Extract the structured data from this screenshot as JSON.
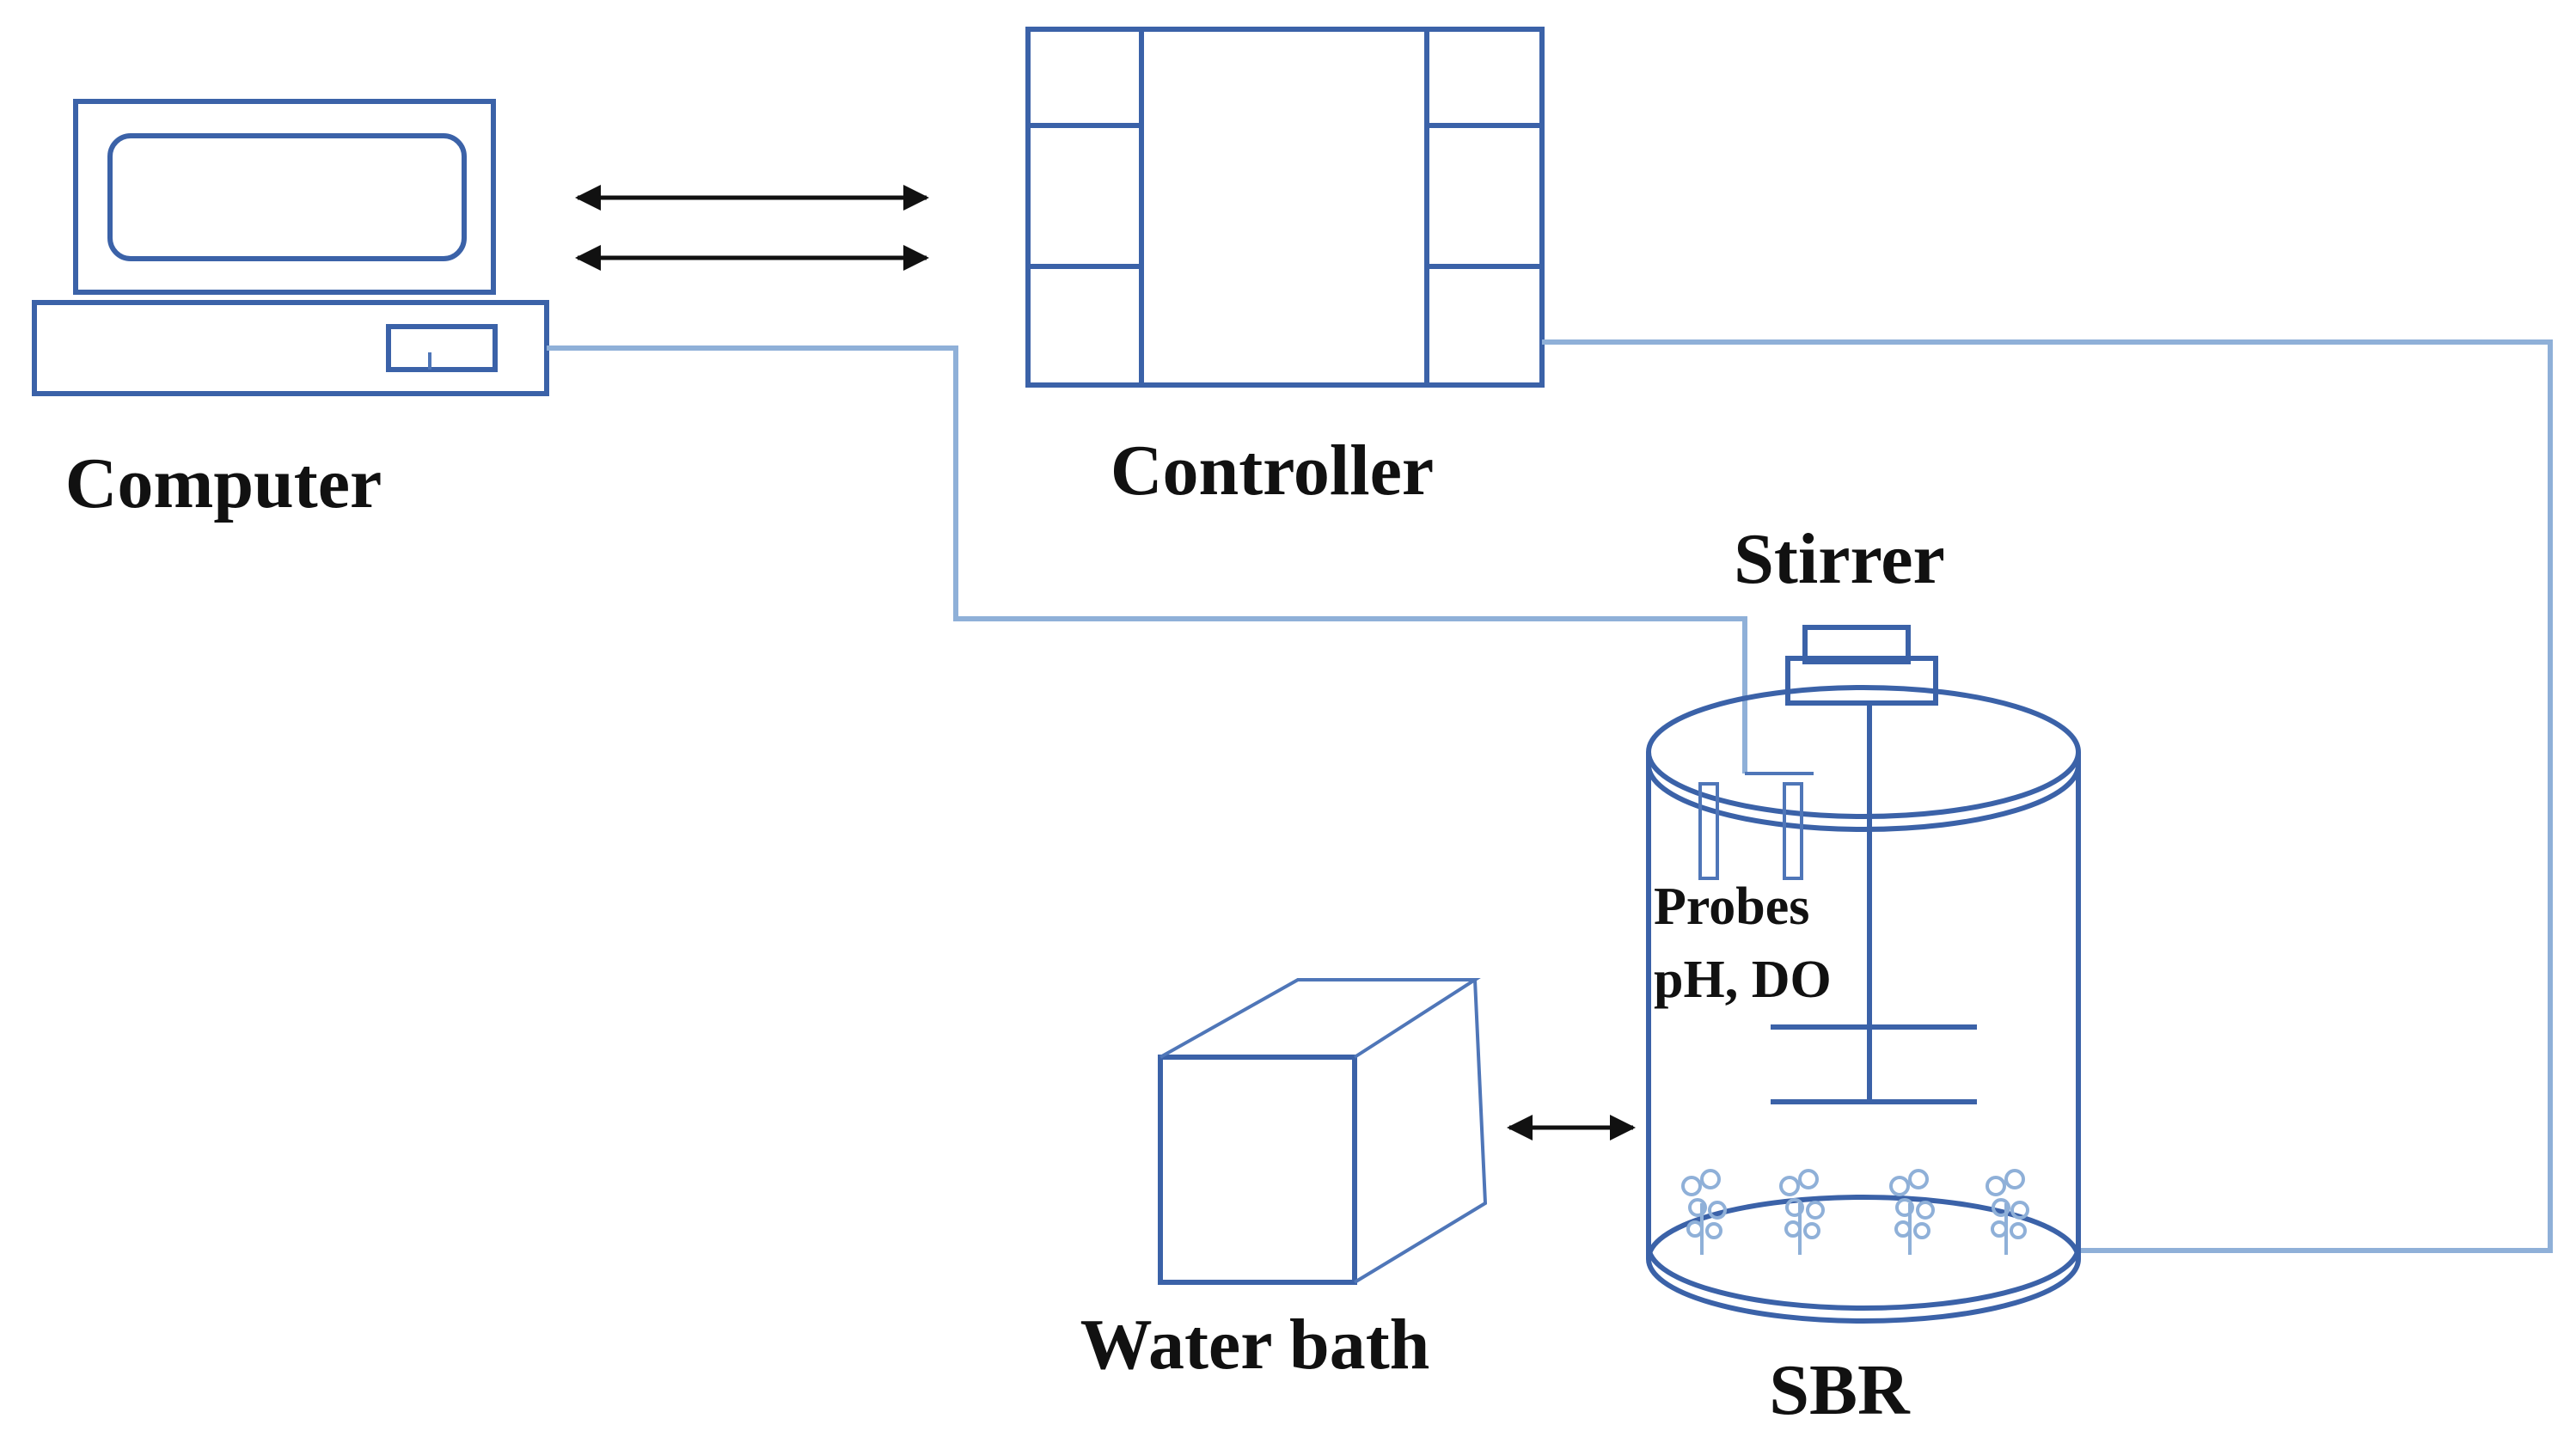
{
  "labels": {
    "computer": "Computer",
    "controller": "Controller",
    "stirrer": "Stirrer",
    "probes": "Probes",
    "probe_types": "pH, DO",
    "water_bath": "Water bath",
    "sbr": "SBR"
  },
  "colors": {
    "equipment_stroke": "#3b62a8",
    "wire": "#8fb0d8",
    "arrow": "#111111",
    "text": "#111111"
  }
}
